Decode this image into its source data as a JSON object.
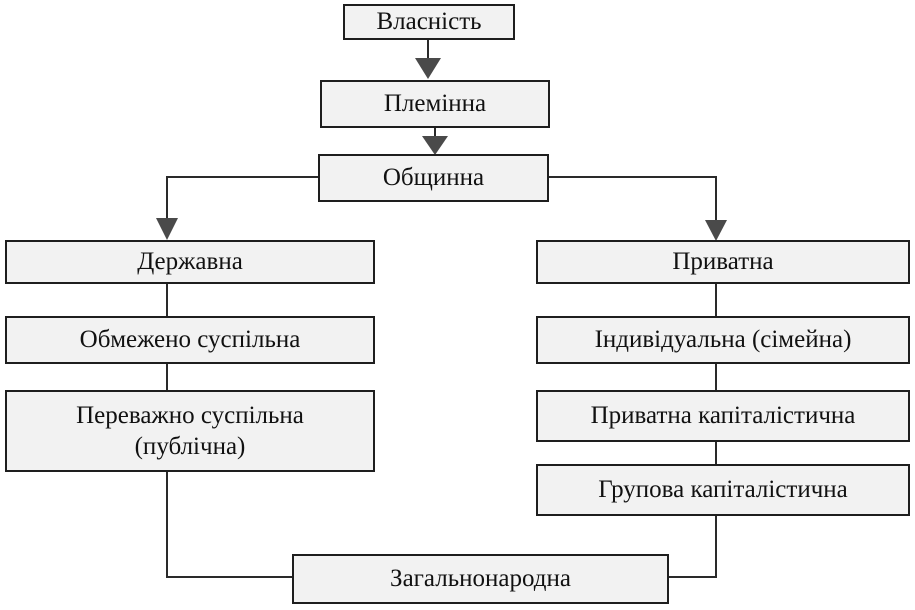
{
  "nodes": {
    "vlasnist": "Власність",
    "pleminna": "Племінна",
    "obshchynna": "Общинна",
    "derzhavna": "Державна",
    "obmezheno": "Обмежено суспільна",
    "perevazhno": "Переважно суспільна",
    "perevazhno_sub": "(публічна)",
    "pryvatna": "Приватна",
    "indyvidualna": "Індивідуальна (сімейна)",
    "pryvatna_kapit": "Приватна капіталістична",
    "grupova_kapit": "Групова капіталістична",
    "zagalnonarodna": "Загальнонародна"
  },
  "colors": {
    "box_fill": "#f2f2f2",
    "line": "#2a2a2a",
    "arrow": "#4a4a4a"
  }
}
